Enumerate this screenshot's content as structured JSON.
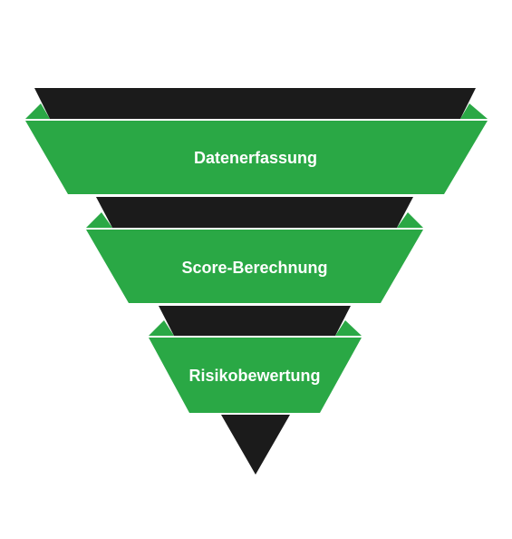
{
  "funnel": {
    "colors": {
      "stage_fill": "#2aa845",
      "shadow_fill": "#1b1b1b",
      "label_text": "#ffffff",
      "separator": "#ffffff"
    },
    "stages": [
      {
        "label": "Datenerfassung"
      },
      {
        "label": "Score-Berechnung"
      },
      {
        "label": "Risikobewertung"
      }
    ]
  }
}
